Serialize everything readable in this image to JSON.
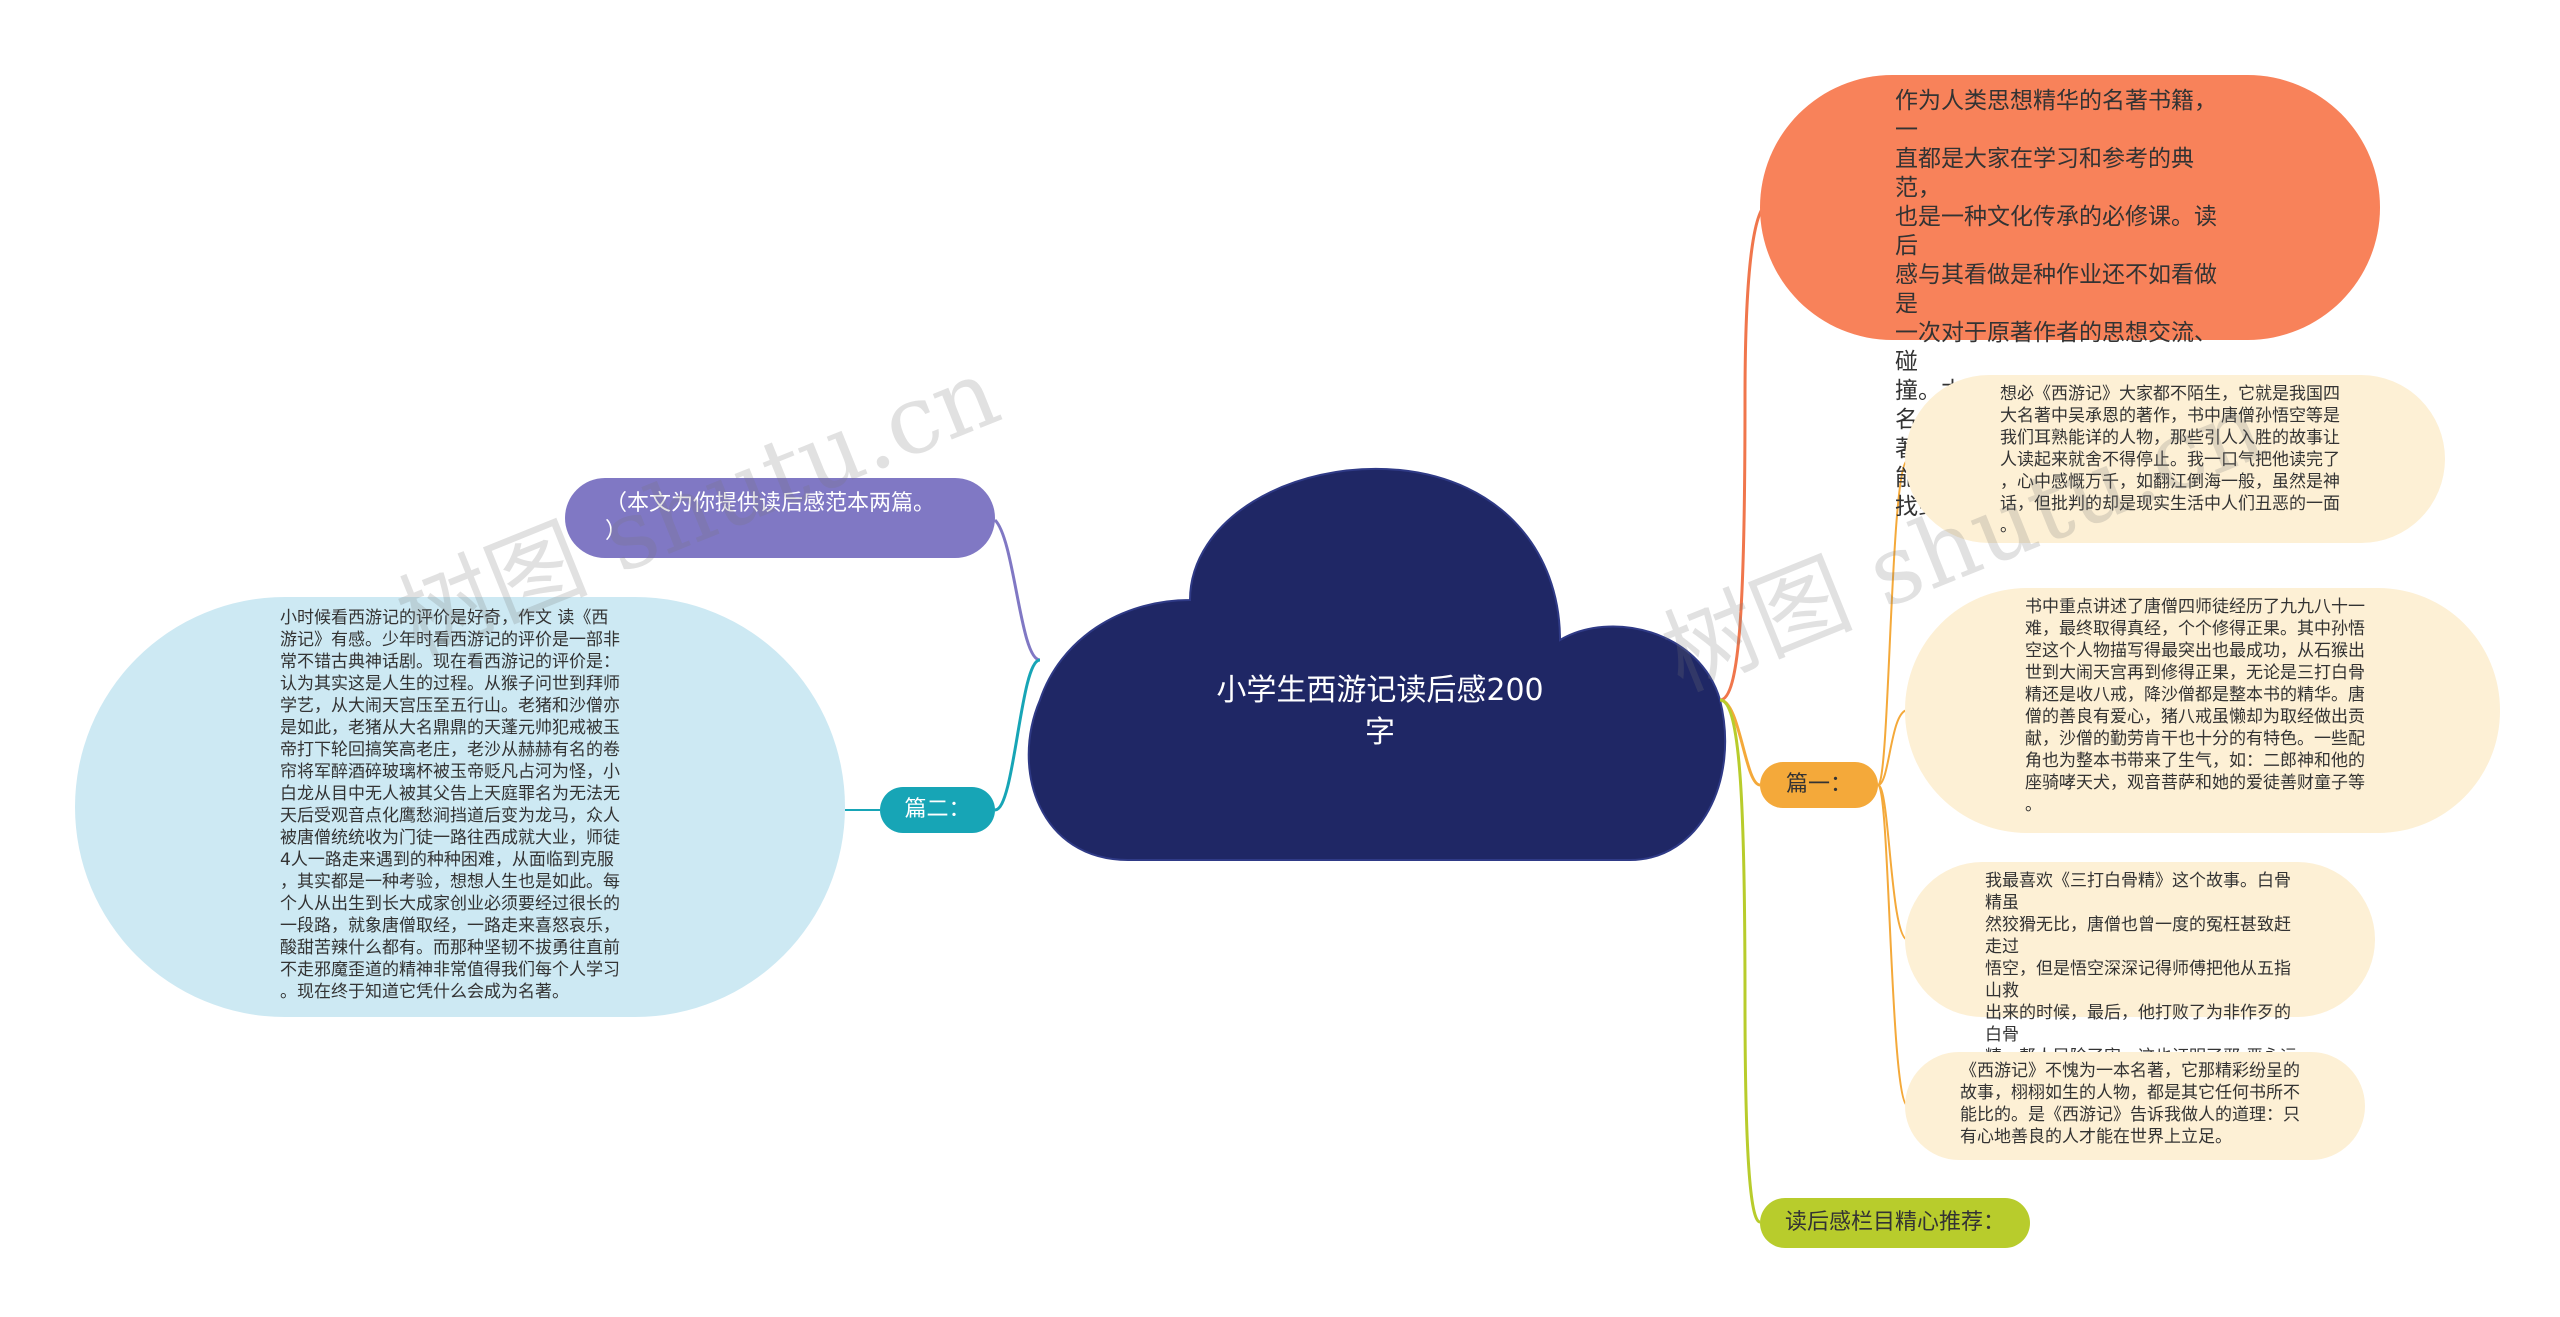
{
  "center": {
    "title": "小学生西游记读后感200\n字"
  },
  "watermarks": [
    "树图 shutu.cn",
    "树图 shutu.cn"
  ],
  "left": {
    "intro": "（本文为你提供读后感范本两篇。\n）",
    "part2_label": "篇二：",
    "part2_text": "小时候看西游记的评价是好奇，作文 读《西\n游记》有感。少年时看西游记的评价是一部非\n常不错古典神话剧。现在看西游记的评价是：\n认为其实这是人生的过程。从猴子问世到拜师\n学艺，从大闹天宫压至五行山。老猪和沙僧亦\n是如此，老猪从大名鼎鼎的天蓬元帅犯戒被玉\n帝打下轮回搞笑高老庄，老沙从赫赫有名的卷\n帘将军醉酒碎玻璃杯被玉帝贬凡占河为怪，小\n白龙从目中无人被其父告上天庭罪名为无法无\n天后受观音点化鹰愁涧挡道后变为龙马，众人\n被唐僧统统收为门徒一路往西成就大业，师徒\n4人一路走来遇到的种种困难，从面临到克服\n，其实都是一种考验，想想人生也是如此。每\n个人从出生到长大成家创业必须要经过很长的\n一段路，就象唐僧取经，一路走来喜怒哀乐，\n酸甜苦辣什么都有。而那种坚韧不拔勇往直前\n不走邪魔歪道的精神非常值得我们每个人学习\n。现在终于知道它凭什么会成为名著。"
  },
  "right": {
    "intro": "作为人类思想精华的名著书籍，一\n直都是大家在学习和参考的典范，\n也是一种文化传承的必修课。读后\n感与其看做是种作业还不如看做是\n一次对于原著作者的思想交流、碰\n撞。本栏目为大家提供了大量的名\n著读后感资料，希望大家在这里能\n找到相同的火花，多交流。",
    "part1_label": "篇一：",
    "part1_items": [
      "想必《西游记》大家都不陌生，它就是我国四\n大名著中吴承恩的著作，书中唐僧孙悟空等是\n我们耳熟能详的人物，那些引人入胜的故事让\n人读起来就舍不得停止。我一口气把他读完了\n，心中感慨万千，如翻江倒海一般，虽然是神\n话，但批判的却是现实生活中人们丑恶的一面\n。",
      "书中重点讲述了唐僧四师徒经历了九九八十一\n难，最终取得真经，个个修得正果。其中孙悟\n空这个人物描写得最突出也最成功，从石猴出\n世到大闹天宫再到修得正果，无论是三打白骨\n精还是收八戒，降沙僧都是整本书的精华。唐\n僧的善良有爱心，猪八戒虽懒却为取经做出贡\n献，沙僧的勤劳肯干也十分的有特色。一些配\n角也为整本书带来了生气，如：二郎神和他的\n座骑哮天犬，观音菩萨和她的爱徒善财童子等\n。",
      "我最喜欢《三打白骨精》这个故事。白骨精虽\n然狡猾无比，唐僧也曾一度的冤枉甚致赶走过\n悟空，但是悟空深深记得师傅把他从五指山救\n出来的时候，最后，他打败了为非作歹的白骨\n精，帮人民除了害。这也证明了邪-恶永远都\n不可能战胜正义。",
      "《西游记》不愧为一本名著，它那精彩纷呈的\n故事，栩栩如生的人物，都是其它任何书所不\n能比的。是《西游记》告诉我做人的道理：只\n有心地善良的人才能在世界上立足。"
    ],
    "recommend_label": "读后感栏目精心推荐："
  },
  "colors": {
    "cloud": "#1f2765",
    "orange": "#f8825a",
    "beige": "#fdf0d5",
    "light_blue": "#cde9f3",
    "purple": "#8078c4",
    "teal": "#17a5b6",
    "amber": "#f4a93a",
    "lime": "#b8cc2c"
  }
}
